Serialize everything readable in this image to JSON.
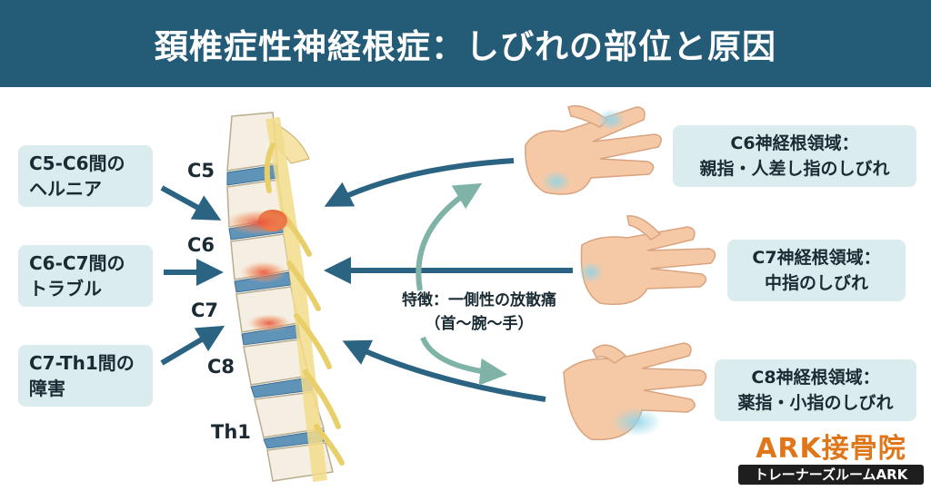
{
  "title": "頚椎症性神経根症：しびれの部位と原因",
  "left_causes": [
    {
      "line1": "C5-C6間の",
      "line2": "ヘルニア"
    },
    {
      "line1": "C6-C7間の",
      "line2": "トラブル"
    },
    {
      "line1": "C7-Th1間の",
      "line2": "障害"
    }
  ],
  "vertebra_labels": [
    "C5",
    "C6",
    "C7",
    "C8",
    "Th1"
  ],
  "right_regions": [
    {
      "line1": "C6神経根領域：",
      "line2": "親指・人差し指のしびれ"
    },
    {
      "line1": "C7神経根領域：",
      "line2": "中指のしびれ"
    },
    {
      "line1": "C8神経根領域：",
      "line2": "薬指・小指のしびれ"
    }
  ],
  "feature": {
    "line1": "特徴：一側性の放散痛",
    "line2": "（首〜腕〜手）"
  },
  "logo": {
    "name": "ARK接骨院",
    "sub": "トレーナーズルームARK"
  },
  "colors": {
    "header": "#245c78",
    "box": "#dbecee",
    "arrow": "#2a6482",
    "curve_arrow": "#7fb3a8",
    "pain": "#e8503a",
    "logo_orange": "#e0761a",
    "nerve": "#f2dc8a",
    "bone": "#f4efe2"
  }
}
